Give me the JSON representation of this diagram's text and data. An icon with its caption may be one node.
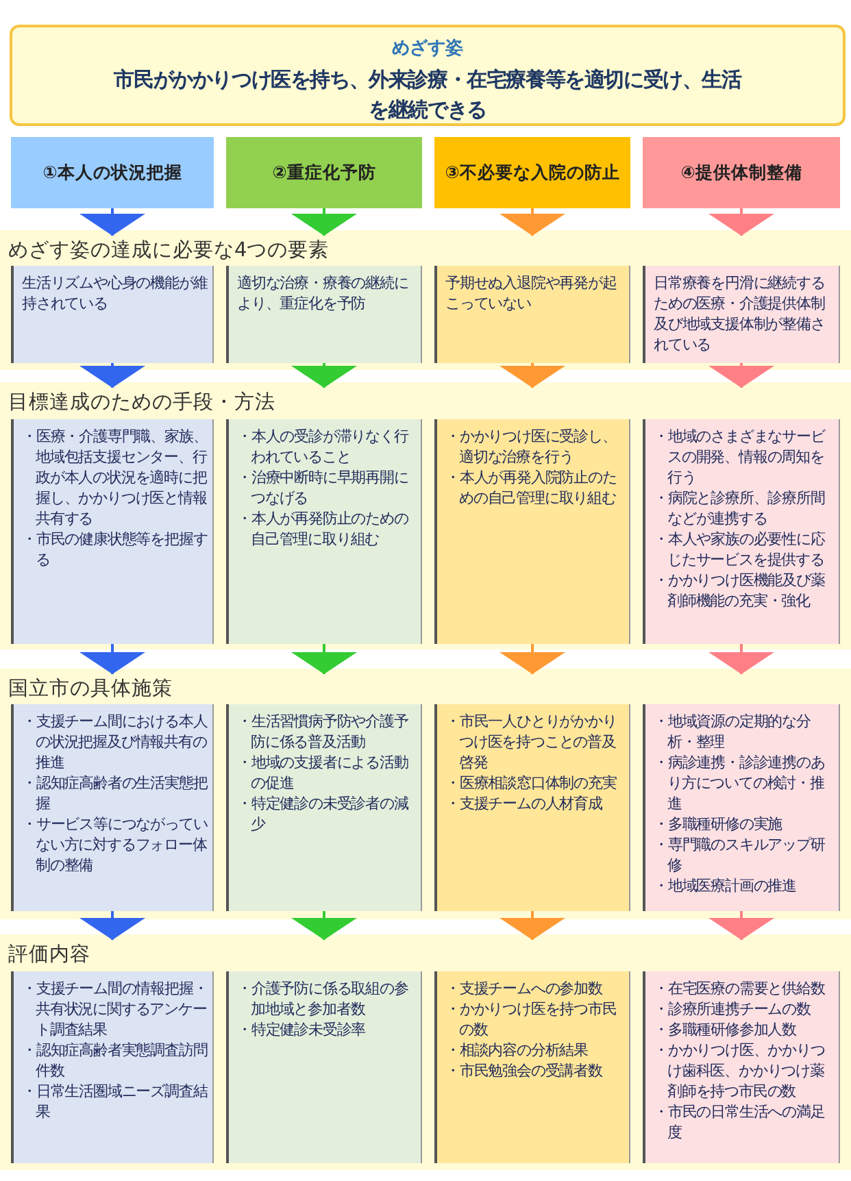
{
  "diagram": {
    "nodes": [
      {
        "text": [
          "めざす姿",
          "市民がかかりつけ医を持ち、外来診療・在宅療養等を適切に受け、生活を継続できる"
        ]
      },
      {
        "text": [
          "①本人の状況把握"
        ]
      },
      {
        "text": [
          "②重症化予防"
        ]
      },
      {
        "text": [
          "③不必要な入院の防止"
        ]
      },
      {
        "text": [
          "④提供体制整備"
        ]
      },
      {
        "text": [
          "めざす姿の達成に必要な4つの要素"
        ]
      },
      {
        "text": [
          "生活リズムや心身の機能が維持されている"
        ],
        "in": 5
      },
      {
        "text": [
          "適切な治療・療養の継続により、重症化を予防"
        ],
        "in": 5
      },
      {
        "text": [
          "予期せぬ入退院や再発が起こっていない"
        ],
        "in": 5
      },
      {
        "text": [
          "日常療養を円滑に継続するための医療・介護提供体制及び地域支援体制が整備されている"
        ],
        "in": 5
      },
      {
        "text": [
          "目標達成のための手段・方法"
        ]
      },
      {
        "text": [
          "・医療・介護専門職、家族、地域包括支援センター、行政が本人の状況を適時に把握し、かかりつけ医と情報共有する",
          "・市民の健康状態等を把握する"
        ],
        "in": 10
      },
      {
        "text": [
          "・本人の受診が滞りなく行われていること",
          "・治療中断時に早期再開につなげる",
          "・本人が再発防止のための自己管理に取り組む"
        ],
        "in": 10
      },
      {
        "text": [
          "・かかりつけ医に受診し、適切な治療を行う",
          "・本人が再発入院防止のための自己管理に取り組む"
        ],
        "in": 10
      },
      {
        "text": [
          "・地域のさまざまなサービスの開発、情報の周知を行う",
          "・病院と診療所、診療所間などが連携する",
          "・本人や家族の必要性に応じたサービスを提供する",
          "・かかりつけ医機能及び薬剤師機能の充実・強化"
        ],
        "in": 10
      },
      {
        "text": [
          "国立市の具体施策"
        ]
      },
      {
        "text": [
          "・支援チーム間における本人の状況把握及び情報共有の推進",
          "・認知症高齢者の生活実態把握",
          "・サービス等につながっていない方に対するフォロー体制の整備"
        ],
        "in": 15
      },
      {
        "text": [
          "・生活習慣病予防や介護予防に係る普及活動",
          "・地域の支援者による活動の促進",
          "・特定健診の未受診者の減少"
        ],
        "in": 15
      },
      {
        "text": [
          "・市民一人ひとりがかかりつけ医を持つことの普及啓発",
          "・医療相談窓口体制の充実",
          "・支援チームの人材育成"
        ],
        "in": 15
      },
      {
        "text": [
          "・地域資源の定期的な分析・整理",
          "・病診連携・診診連携のあり方についての検討・推進",
          "・多職種研修の実施",
          "・専門職のスキルアップ研修",
          "・地域医療計画の推進"
        ],
        "in": 15
      },
      {
        "text": [
          "評価内容"
        ]
      },
      {
        "text": [
          "・支援チーム間の情報把握・共有状況に関するアンケート調査結果",
          "・認知症高齢者実態調査訪問件数",
          "・日常生活圏域ニーズ調査結果"
        ],
        "in": 20
      },
      {
        "text": [
          "・介護予防に係る取組の参加地域と参加者数",
          "・特定健診未受診率"
        ],
        "in": 20
      },
      {
        "text": [
          "・支援チームへの参加数",
          "・かかりつけ医を持つ市民の数",
          "・相談内容の分析結果",
          "・市民勉強会の受講者数"
        ],
        "in": 20
      },
      {
        "text": [
          "・在宅医療の需要と供給数",
          "・診療所連携チームの数",
          "・多職種研修参加人数",
          "・かかりつけ医、かかりつけ歯科医、かかりつけ薬剤師を持つ市民の数",
          "・市民の日常生活への満足度"
        ],
        "in": 20
      }
    ],
    "edges": [
      {
        "from": 1,
        "to": 5,
        "arrow": "to",
        "color": "#3366ee"
      },
      {
        "from": 2,
        "to": 5,
        "arrow": "to",
        "color": "#33cc33"
      },
      {
        "from": 3,
        "to": 5,
        "arrow": "to",
        "color": "#ff9933"
      },
      {
        "from": 4,
        "to": 5,
        "arrow": "to",
        "color": "#ff7f86"
      },
      {
        "from": 6,
        "to": 10,
        "arrow": "to",
        "color": "#3366ee"
      },
      {
        "from": 7,
        "to": 10,
        "arrow": "to",
        "color": "#33cc33"
      },
      {
        "from": 8,
        "to": 10,
        "arrow": "to",
        "color": "#ff9933"
      },
      {
        "from": 9,
        "to": 10,
        "arrow": "to",
        "color": "#ff7f86"
      },
      {
        "from": 11,
        "to": 15,
        "arrow": "to",
        "color": "#3366ee"
      },
      {
        "from": 12,
        "to": 15,
        "arrow": "to",
        "color": "#33cc33"
      },
      {
        "from": 13,
        "to": 15,
        "arrow": "to",
        "color": "#ff9933"
      },
      {
        "from": 14,
        "to": 15,
        "arrow": "to",
        "color": "#ff7f86"
      },
      {
        "from": 16,
        "to": 20,
        "arrow": "to",
        "color": "#3366ee"
      },
      {
        "from": 17,
        "to": 20,
        "arrow": "to",
        "color": "#33cc33"
      },
      {
        "from": 18,
        "to": 20,
        "arrow": "to",
        "color": "#ff9933"
      },
      {
        "from": 19,
        "to": 20,
        "arrow": "to",
        "color": "#ff7f86"
      }
    ]
  }
}
